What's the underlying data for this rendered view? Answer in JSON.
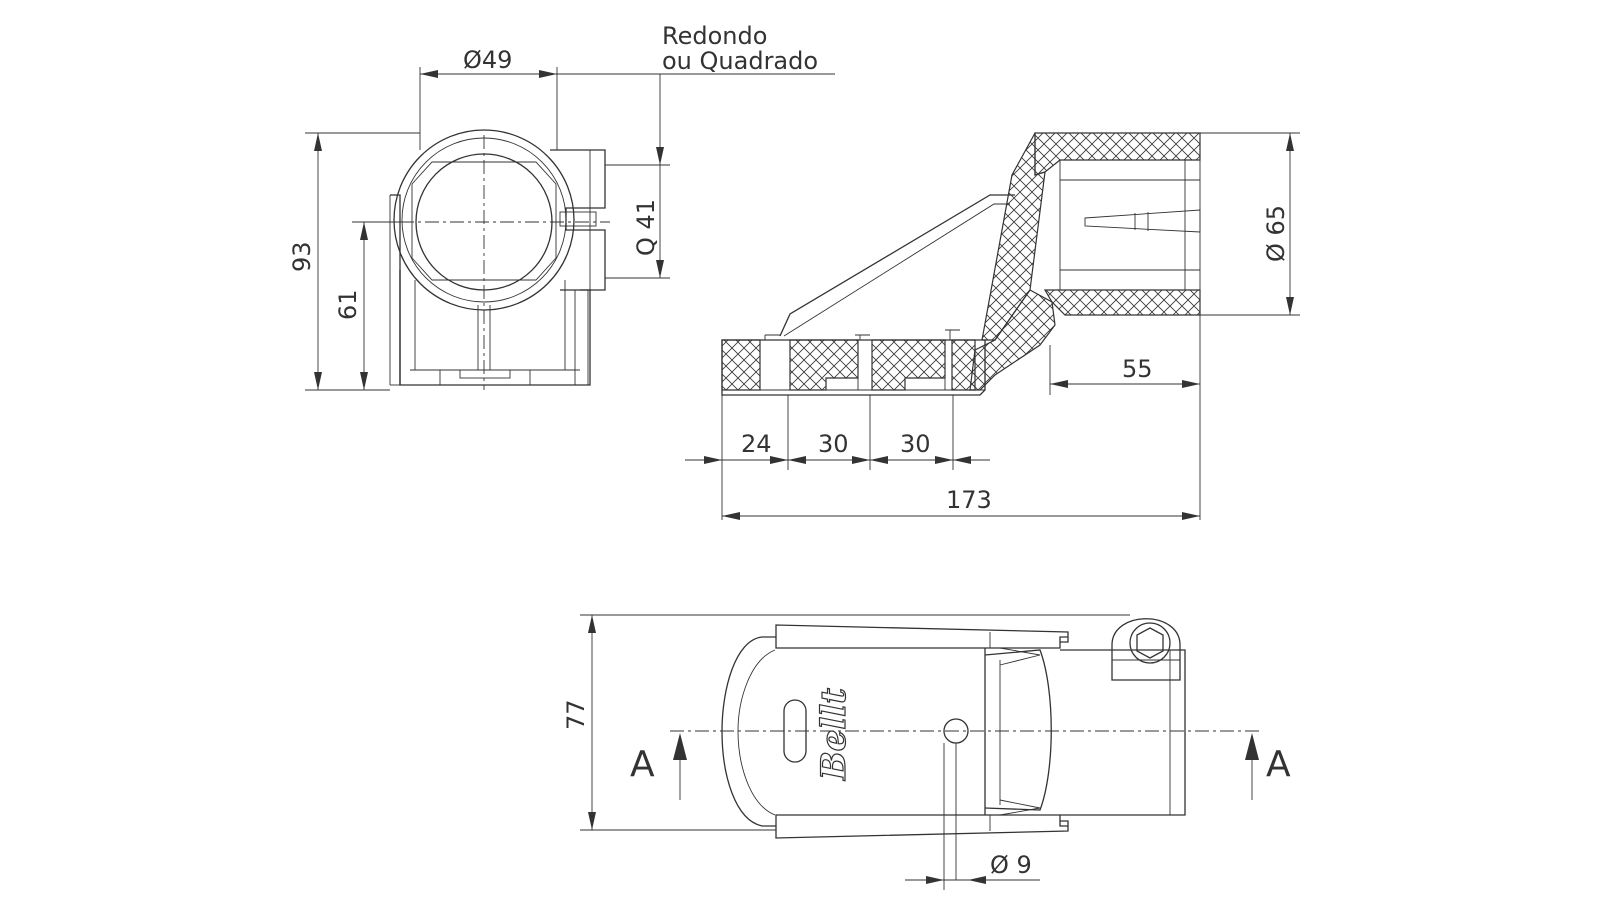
{
  "labels": {
    "diameter_49": "Ø49",
    "note_line1": "Redondo",
    "note_line2": "ou Quadrado",
    "height_93": "93",
    "height_61": "61",
    "square_41": "Q 41",
    "diameter_65": "Ø 65",
    "len_55": "55",
    "len_24": "24",
    "len_30a": "30",
    "len_30b": "30",
    "len_173": "173",
    "height_77": "77",
    "section_left": "A",
    "section_right": "A",
    "diameter_9": "Ø 9",
    "brand": "Bellt"
  },
  "colors": {
    "line": "#333333",
    "background": "#ffffff"
  }
}
